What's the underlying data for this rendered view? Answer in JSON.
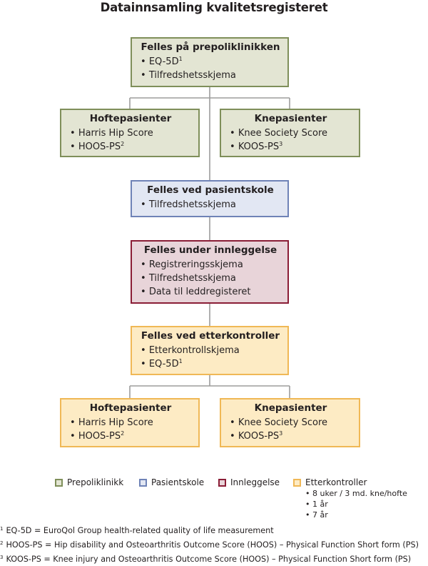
{
  "title": "Datainnsamling kvalitetsregisteret",
  "boxes": {
    "prepoli": {
      "heading": "Felles på prepoliklinikken",
      "items": [
        {
          "text": "EQ-5D",
          "sup": "1"
        },
        {
          "text": "Tilfredshetsskjema",
          "sup": ""
        }
      ]
    },
    "hofte_top": {
      "heading": "Hoftepasienter",
      "items": [
        {
          "text": "Harris Hip Score",
          "sup": ""
        },
        {
          "text": "HOOS-PS",
          "sup": "2"
        }
      ]
    },
    "kne_top": {
      "heading": "Knepasienter",
      "items": [
        {
          "text": "Knee Society Score",
          "sup": ""
        },
        {
          "text": "KOOS-PS",
          "sup": "3"
        }
      ]
    },
    "pasientskole": {
      "heading": "Felles ved pasientskole",
      "items": [
        {
          "text": "Tilfredshetsskjema",
          "sup": ""
        }
      ]
    },
    "innleggelse": {
      "heading": "Felles under innleggelse",
      "items": [
        {
          "text": "Registreringsskjema",
          "sup": ""
        },
        {
          "text": "Tilfredshetsskjema",
          "sup": ""
        },
        {
          "text": "Data til leddregisteret",
          "sup": ""
        }
      ]
    },
    "etterkontroll": {
      "heading": "Felles ved etterkontroller",
      "items": [
        {
          "text": "Etterkontrollskjema",
          "sup": ""
        },
        {
          "text": "EQ-5D",
          "sup": "1"
        }
      ]
    },
    "hofte_bottom": {
      "heading": "Hoftepasienter",
      "items": [
        {
          "text": "Harris Hip Score",
          "sup": ""
        },
        {
          "text": "HOOS-PS",
          "sup": "2"
        }
      ]
    },
    "kne_bottom": {
      "heading": "Knepasienter",
      "items": [
        {
          "text": "Knee Society Score",
          "sup": ""
        },
        {
          "text": "KOOS-PS",
          "sup": "3"
        }
      ]
    }
  },
  "legend": {
    "items": [
      {
        "label": "Prepoliklinikk",
        "color": "#e3e5d3",
        "border": "#7f8f5a"
      },
      {
        "label": "Pasientskole",
        "color": "#e2e7f3",
        "border": "#6f83b7"
      },
      {
        "label": "Innleggelse",
        "color": "#e8d4d9",
        "border": "#8a1d36"
      },
      {
        "label": "Etterkontroller",
        "color": "#fdebc4",
        "border": "#f0b856"
      }
    ],
    "sub_items": [
      "8 uker / 3 md. kne/hofte",
      "1 år",
      "7 år"
    ]
  },
  "footnotes": [
    {
      "num": "1",
      "text": "EQ-5D = EuroQol Group health-related quality of life measurement"
    },
    {
      "num": "2",
      "text": "HOOS-PS = Hip disability and Osteoarthritis Outcome Score (HOOS) – Physical Function Short form (PS)"
    },
    {
      "num": "3",
      "text": "KOOS-PS = Knee injury and Osteoarthritis Outcome Score (HOOS) – Physical Function Short form (PS)"
    }
  ],
  "colors": {
    "connector": "#9d9d9c"
  }
}
